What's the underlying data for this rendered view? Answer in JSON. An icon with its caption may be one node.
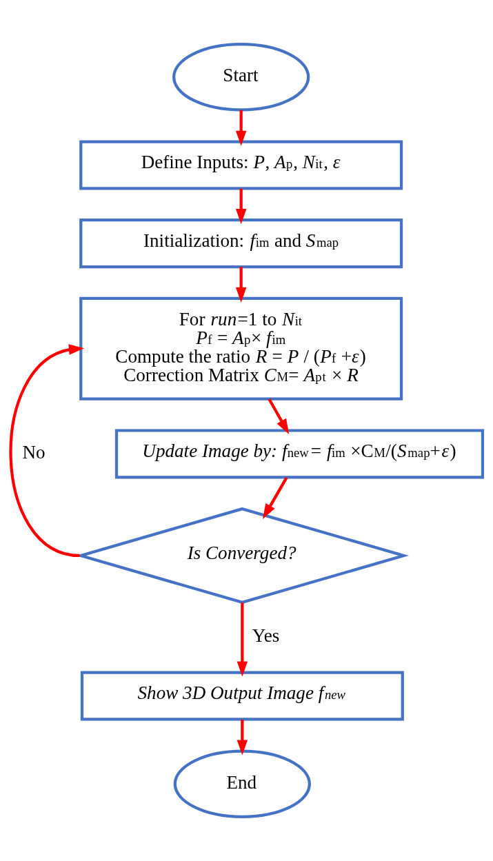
{
  "diagram": {
    "nodes": [
      {
        "text": [
          "Start"
        ]
      },
      {
        "text": [
          "Define Inputs: *P*, *A*$_{p}$, *N*$_{it}$, *ε*"
        ]
      },
      {
        "text": [
          "Initialization: *f*$_{im}$ and *S*$_{map}$"
        ]
      },
      {
        "text": [
          "For *run*=1 to *N*$_{it}$",
          "*P*$_{f}$ = *A*$_{p}$× *f*$_{im}$",
          "Compute the ratio *R* = *P* / (*P*$_{f}$ +*ε*)",
          "Correction Matrix *C*$_{M}$= *A*$_{p}$$^{t}$ × *R*"
        ]
      },
      {
        "text": [
          "*Update Image by: f*$_{new}$*= f*$_{im}$ ×C$_{M}$/(*S*$_{map}$+*ε*)"
        ]
      },
      {
        "text": [
          "Is Converged?"
        ]
      },
      {
        "text": [
          "Show 3D Output Image f$_{new}$"
        ]
      },
      {
        "text": [
          "End"
        ]
      }
    ],
    "edges": [
      {
        "from": 0,
        "to": 1,
        "arrow": "to"
      },
      {
        "from": 1,
        "to": 2,
        "arrow": "to"
      },
      {
        "from": 2,
        "to": 3,
        "arrow": "to"
      },
      {
        "from": 3,
        "to": 4,
        "arrow": "to"
      },
      {
        "from": 4,
        "to": 5,
        "arrow": "to"
      },
      {
        "from": 5,
        "to": 3,
        "arrow": "to",
        "label": "No"
      },
      {
        "from": 5,
        "to": 6,
        "arrow": "to",
        "label": "Yes"
      },
      {
        "from": 6,
        "to": 7,
        "arrow": "to"
      }
    ]
  }
}
